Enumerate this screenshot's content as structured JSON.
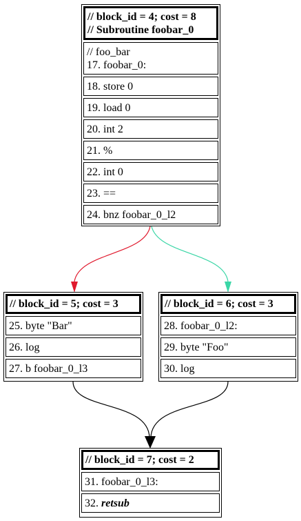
{
  "blocks": {
    "b4": {
      "header_line1": "// block_id = 4; cost = 8",
      "header_line2": "// Subroutine foobar_0",
      "comment": "// foo_bar",
      "label": "17. foobar_0:",
      "lines": [
        "18. store 0",
        "19. load 0",
        "20. int 2",
        "21. %",
        "22. int 0",
        "23. ==",
        "24. bnz foobar_0_l2"
      ]
    },
    "b5": {
      "header": "// block_id = 5; cost = 3",
      "lines": [
        "25. byte \"Bar\"",
        "26. log",
        "27. b foobar_0_l3"
      ]
    },
    "b6": {
      "header": "// block_id = 6; cost = 3",
      "lines": [
        "28. foobar_0_l2:",
        "29. byte \"Foo\"",
        "30. log"
      ]
    },
    "b7": {
      "header": "// block_id = 7; cost = 2",
      "label": "31. foobar_0_l3:",
      "line_num": "32.",
      "line_op": "retsub"
    }
  },
  "colors": {
    "false_branch": "#e0192d",
    "true_branch": "#3ad6a6",
    "flow": "#000000"
  }
}
